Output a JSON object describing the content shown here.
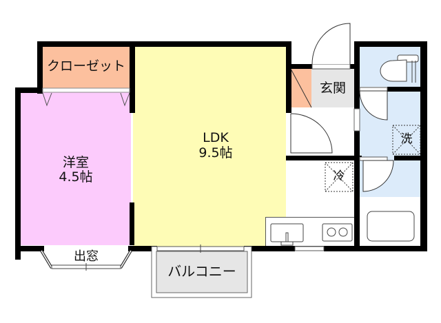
{
  "floorplan": {
    "rooms": {
      "closet": {
        "label": "クローゼット",
        "color": "#fcc09e"
      },
      "western_room": {
        "label": "洋室",
        "size": "4.5帖",
        "color": "#fccbfc"
      },
      "ldk": {
        "label": "LDK",
        "size": "9.5帖",
        "color": "#fefcb6"
      },
      "entrance": {
        "label": "玄関",
        "color": "#e6e6e6"
      },
      "shoe_box": {
        "color": "#fcc09e"
      },
      "toilet": {
        "color": "#dcebfa"
      },
      "washroom": {
        "label": "洗",
        "color": "#dcebfa"
      },
      "bath": {
        "color": "#dcebfa"
      },
      "fridge": {
        "label": "冷"
      },
      "bay_window": {
        "label": "出窓"
      },
      "balcony": {
        "label": "バルコニー",
        "color": "#e6e6e6"
      }
    },
    "wall_color": "#000000"
  }
}
